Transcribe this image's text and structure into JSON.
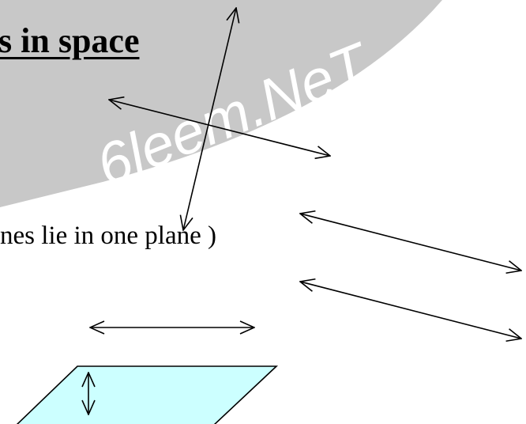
{
  "heading": "s in space",
  "caption": "nes lie in one plane )",
  "watermark": "6leem.NeT",
  "colors": {
    "text": "#000000",
    "watermark_band": "#c8c8c8",
    "watermark_text": "#ffffff",
    "plane_fill": "#ccffff",
    "plane_stroke": "#000000"
  },
  "icons": {
    "arrow": "double-headed-arrow",
    "line": "single-arrow-line"
  }
}
